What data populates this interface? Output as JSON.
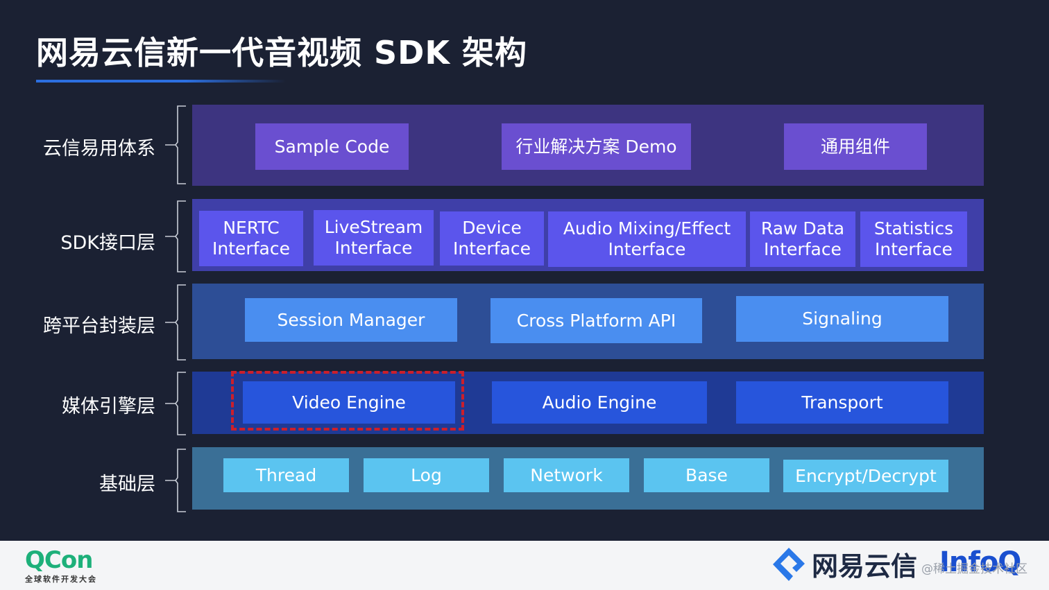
{
  "title": "网易云信新一代音视频 SDK 架构",
  "colors": {
    "background": "#1b2133",
    "accent": "#2c6fe0",
    "highlight_border": "#cc1f2b"
  },
  "layers": [
    {
      "label": "云信易用体系",
      "band_color": "#3d3480",
      "box_color": "#6a4fd0",
      "boxes": [
        "Sample Code",
        "行业解决方案 Demo",
        "通用组件"
      ]
    },
    {
      "label": "SDK接口层",
      "band_color": "#3f3fa8",
      "box_color": "#5b55ec",
      "boxes": [
        "NERTC\nInterface",
        "LiveStream\nInterface",
        "Device\nInterface",
        "Audio Mixing/Effect\nInterface",
        "Raw Data\nInterface",
        "Statistics\nInterface"
      ]
    },
    {
      "label": "跨平台封装层",
      "band_color": "#2d4e96",
      "box_color": "#4a8ef0",
      "boxes": [
        "Session Manager",
        "Cross Platform API",
        "Signaling"
      ]
    },
    {
      "label": "媒体引擎层",
      "band_color": "#1f3a95",
      "box_color": "#2755dc",
      "boxes": [
        "Video Engine",
        "Audio Engine",
        "Transport"
      ],
      "highlighted": "Video Engine"
    },
    {
      "label": "基础层",
      "band_color": "#3a6f96",
      "box_color": "#5bc4f0",
      "boxes": [
        "Thread",
        "Log",
        "Network",
        "Base",
        "Encrypt/Decrypt"
      ]
    }
  ],
  "footer": {
    "qcon_logo": "QCon",
    "qcon_sub": "全球软件开发大会",
    "netease_brand": "网易云信",
    "watermark": "@稀土掘金技术社区",
    "infoq": "InfoQ"
  }
}
